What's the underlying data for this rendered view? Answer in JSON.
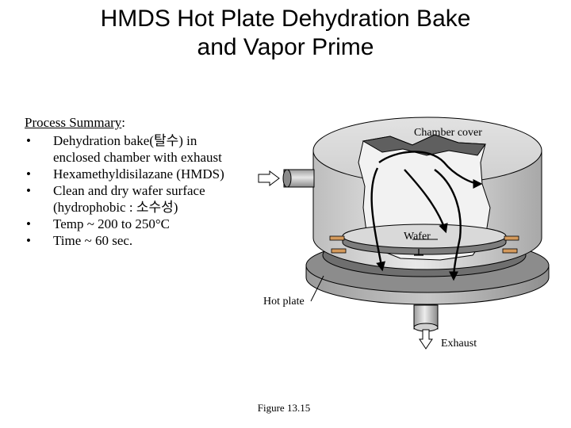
{
  "title": {
    "line1": "HMDS Hot Plate Dehydration Bake",
    "line2": "and Vapor Prime"
  },
  "summary": {
    "heading": "Process Summary",
    "heading_suffix": ":",
    "bullet_glyph": "•",
    "items": [
      {
        "line1": "Dehydration bake(탈수) in",
        "line2": "enclosed chamber with exhaust"
      },
      {
        "line1": "Hexamethyldisilazane (HMDS)",
        "line2": ""
      },
      {
        "line1": "Clean and dry wafer surface",
        "line2": "(hydrophobic : 소수성)"
      },
      {
        "line1": "Temp ~ 200 to 250°C",
        "line2": ""
      },
      {
        "line1": "Time ~ 60 sec.",
        "line2": ""
      }
    ]
  },
  "diagram": {
    "labels": {
      "chamber_cover": "Chamber cover",
      "wafer": "Wafer",
      "hot_plate": "Hot plate",
      "exhaust": "Exhaust"
    },
    "caption": "Figure 13.15"
  }
}
